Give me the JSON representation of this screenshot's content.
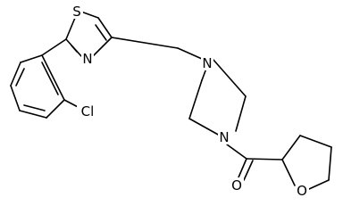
{
  "molecule": {
    "atoms": {
      "S": "S",
      "N_thiazole": "N",
      "Cl": "Cl",
      "N_piperazine_top": "N",
      "N_piperazine_bottom": "N",
      "O_carbonyl": "O",
      "O_ring": "O"
    }
  }
}
